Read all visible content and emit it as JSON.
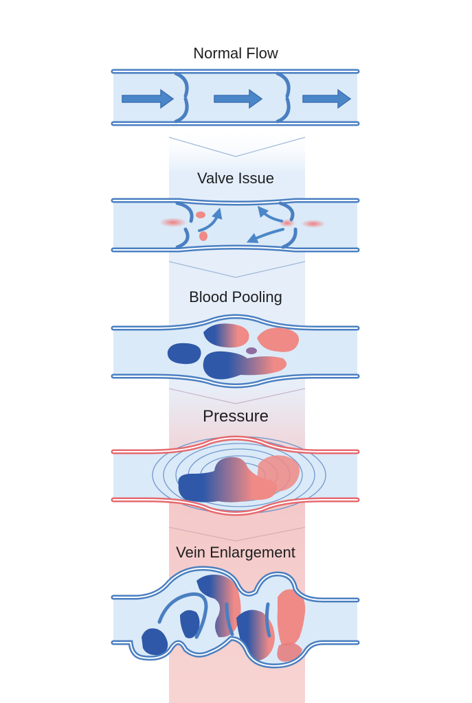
{
  "stages": [
    {
      "title": "Normal Flow"
    },
    {
      "title": "Valve Issue"
    },
    {
      "title": "Blood Pooling"
    },
    {
      "title": "Pressure"
    },
    {
      "title": "Vein Enlargement"
    }
  ],
  "colors": {
    "vein_wall": "#4a7fc1",
    "vein_fill": "#dbeaf8",
    "arrow": "#4a86c8",
    "inflamed_wall": "#e56a6f",
    "blood_dark": "#2f58a8",
    "blood_light": "#ef8a86",
    "ripple": "#6f97cc",
    "column_blue": "#e3eefa",
    "column_red": "#f4c8c8"
  },
  "icons": [
    "flow-arrow-icon",
    "backflow-arrow-icon",
    "chevron-down-icon"
  ]
}
